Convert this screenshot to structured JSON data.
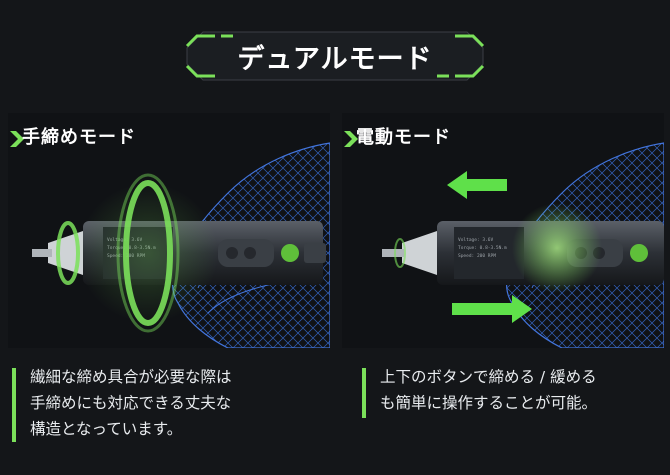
{
  "header": {
    "title": "デュアルモード"
  },
  "panels": [
    {
      "label": "手締めモード",
      "description": "繊細な締め具合が必要な際は\n手締めにも対応できる丈夫な\n構造となっています。",
      "device_text": "Voltage: 3.6V\nTorque: 0.8-3.5N.m\nSpeed: 200 RPM"
    },
    {
      "label": "電動モード",
      "description": "上下のボタンで締める / 緩める\nも簡単に操作することが可能。",
      "device_text": "Voltage: 3.6V\nTorque: 0.8-3.5N.m\nSpeed: 200 RPM"
    }
  ],
  "colors": {
    "accent": "#7be05a",
    "background": "#141619",
    "hand": "#3a6fd8"
  }
}
